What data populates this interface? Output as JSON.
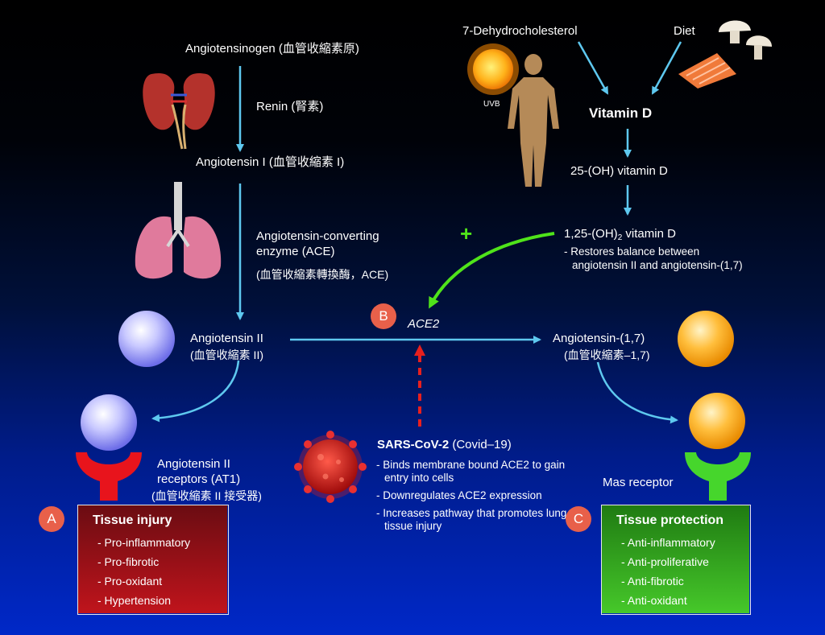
{
  "ras": {
    "angiotensinogen": "Angiotensinogen (血管收縮素原)",
    "renin": "Renin (腎素)",
    "angiotensin1": "Angiotensin I (血管收縮素 I)",
    "ace_line1": "Angiotensin-converting",
    "ace_line2": "enzyme (ACE)",
    "ace_line3": "(血管收縮素轉換酶，ACE)",
    "angiotensin2": "Angiotensin II",
    "angiotensin2_cn": "(血管收縮素 II)",
    "at1_line1": "Angiotensin II",
    "at1_line2": "receptors (AT1)",
    "at1_line3": "(血管收縮素 II 接受器)"
  },
  "vitd": {
    "dehydro": "7-Dehydrocholesterol",
    "diet": "Diet",
    "uvb": "UVB",
    "vitamin_d": "Vitamin D",
    "oh25": "25-(OH) vitamin D",
    "oh125_a": "1,25-(OH)",
    "oh125_sub": "2",
    "oh125_b": " vitamin D",
    "restores_line1": "- Restores balance between",
    "restores_line2": "angiotensin II and angiotensin-(1,7)"
  },
  "center": {
    "plus": "+",
    "badge_b": "B",
    "ace2": "ACE2",
    "ang17": "Angiotensin-(1,7)",
    "ang17_cn": "(血管收縮素–1,7)",
    "mas": "Mas receptor"
  },
  "sars": {
    "title": "SARS-CoV-2",
    "title_paren": " (Covid–19)",
    "bullets": [
      "- Binds membrane bound ACE2 to gain entry into cells",
      "- Downregulates ACE2 expression",
      "- Increases pathway that promotes lung tissue injury"
    ]
  },
  "boxA": {
    "badge": "A",
    "title": "Tissue injury",
    "items": [
      "- Pro-inflammatory",
      "- Pro-fibrotic",
      "- Pro-oxidant",
      "- Hypertension"
    ]
  },
  "boxC": {
    "badge": "C",
    "title": "Tissue protection",
    "items": [
      "- Anti-inflammatory",
      "- Anti-proliferative",
      "- Anti-fibrotic",
      "- Anti-oxidant"
    ]
  },
  "colors": {
    "arrow": "#5ec8ef",
    "green_arrow": "#4fe31a",
    "red_dash": "#e8201e",
    "badge": "#e8604a",
    "at1_receptor": "#e8141c",
    "mas_receptor": "#46d62c",
    "box_a": "#a8141c",
    "box_c": "#33a81e"
  }
}
